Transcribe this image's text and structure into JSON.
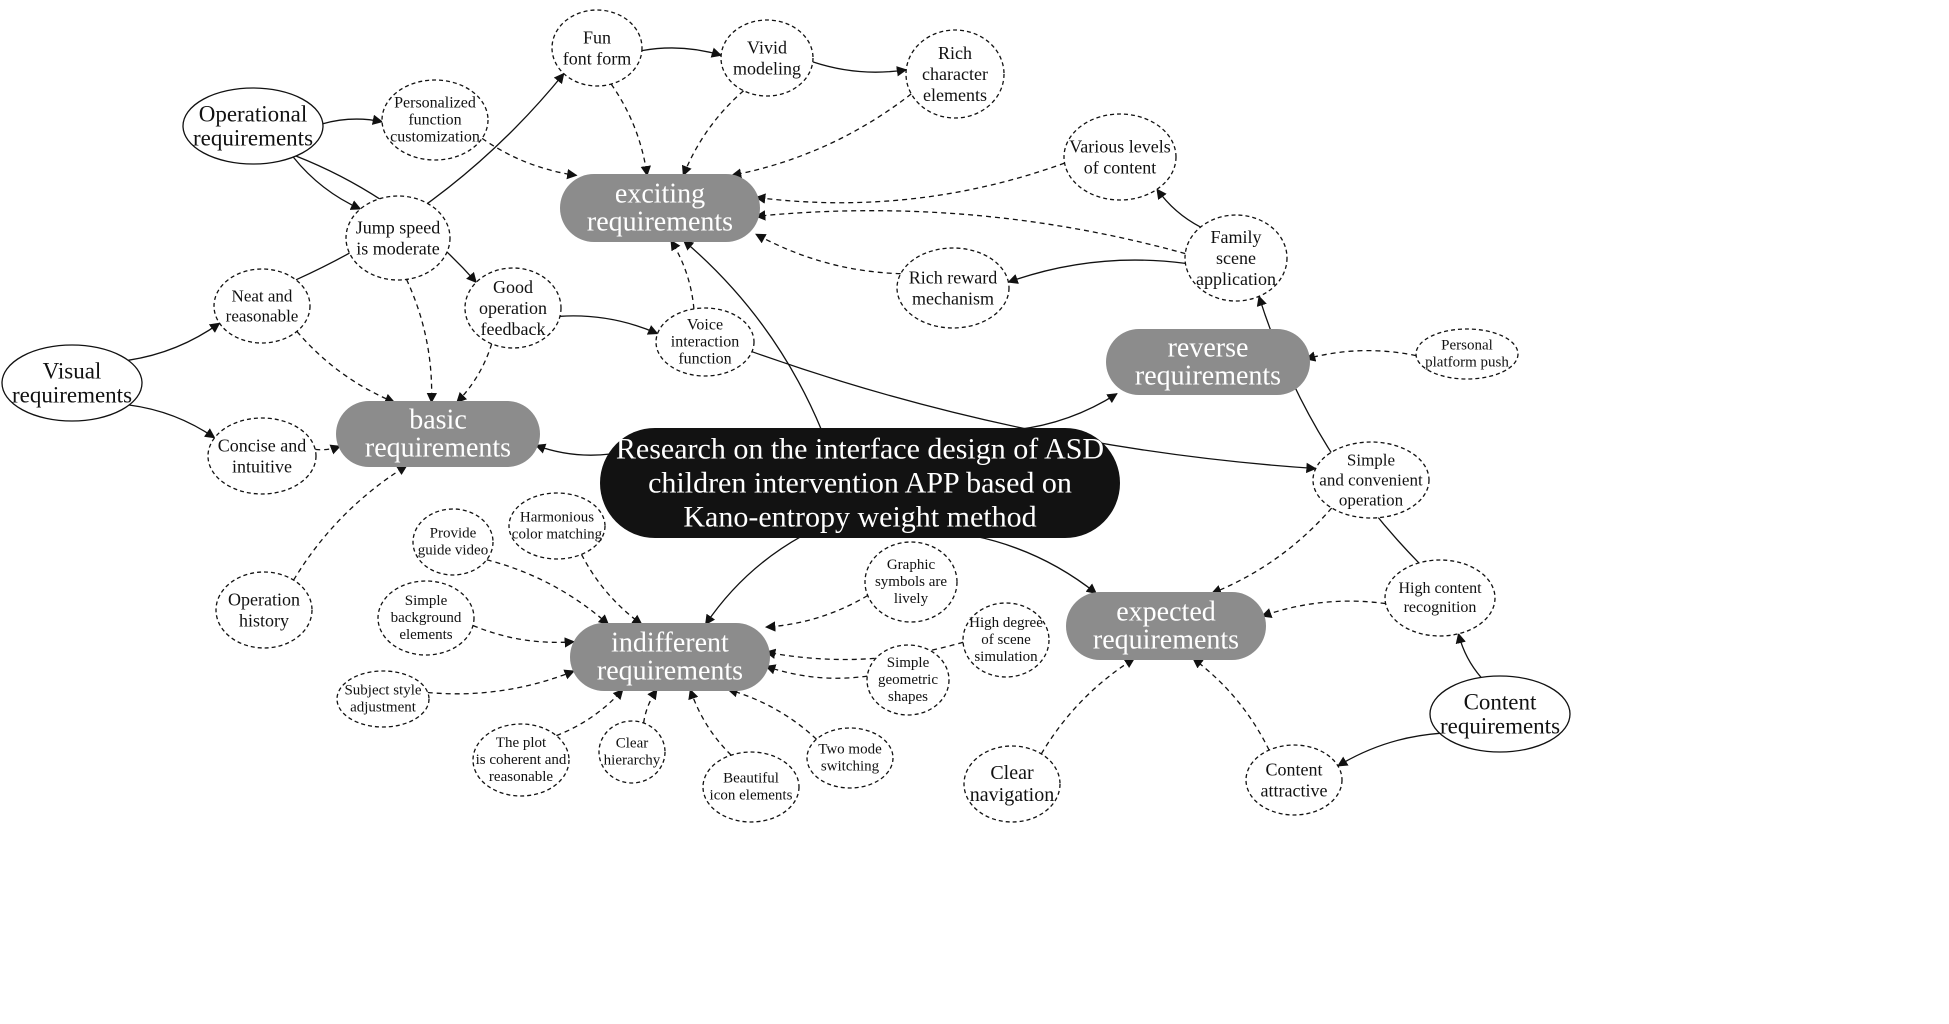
{
  "diagram": {
    "colors": {
      "category_fill": "#8c8c8c",
      "center_fill": "#121212",
      "stroke": "#111111",
      "background": "#ffffff"
    },
    "center": {
      "lines": [
        "Research on the interface design of ASD",
        "children intervention APP based on",
        "Kano-entropy weight method"
      ]
    },
    "categories": [
      {
        "id": "exciting",
        "lines": [
          "exciting",
          "requirements"
        ]
      },
      {
        "id": "basic",
        "lines": [
          "basic",
          "requirements"
        ]
      },
      {
        "id": "reverse",
        "lines": [
          "reverse",
          "requirements"
        ]
      },
      {
        "id": "expected",
        "lines": [
          "expected",
          "requirements"
        ]
      },
      {
        "id": "indifferent",
        "lines": [
          "indifferent",
          "requirements"
        ]
      }
    ],
    "sources": [
      {
        "id": "operational",
        "lines": [
          "Operational",
          "requirements"
        ]
      },
      {
        "id": "visual",
        "lines": [
          "Visual",
          "requirements"
        ]
      },
      {
        "id": "content",
        "lines": [
          "Content",
          "requirements"
        ]
      }
    ],
    "attributes": [
      {
        "id": "fun_font",
        "lines": [
          "Fun",
          "font form"
        ]
      },
      {
        "id": "vivid",
        "lines": [
          "Vivid",
          "modeling"
        ]
      },
      {
        "id": "rich_char",
        "lines": [
          "Rich",
          "character",
          "elements"
        ]
      },
      {
        "id": "personalized",
        "lines": [
          "Personalized",
          "function",
          "customization"
        ]
      },
      {
        "id": "various",
        "lines": [
          "Various levels",
          "of content"
        ]
      },
      {
        "id": "family",
        "lines": [
          "Family",
          "scene",
          "application"
        ]
      },
      {
        "id": "reward",
        "lines": [
          "Rich reward",
          "mechanism"
        ]
      },
      {
        "id": "jump",
        "lines": [
          "Jump speed",
          "is moderate"
        ]
      },
      {
        "id": "neat",
        "lines": [
          "Neat and",
          "reasonable"
        ]
      },
      {
        "id": "good_op",
        "lines": [
          "Good",
          "operation",
          "feedback"
        ]
      },
      {
        "id": "voice",
        "lines": [
          "Voice",
          "interaction",
          "function"
        ]
      },
      {
        "id": "personal_push",
        "lines": [
          "Personal",
          "platform push"
        ]
      },
      {
        "id": "concise",
        "lines": [
          "Concise and",
          "intuitive"
        ]
      },
      {
        "id": "simple_conv",
        "lines": [
          "Simple",
          "and convenient",
          "operation"
        ]
      },
      {
        "id": "op_history",
        "lines": [
          "Operation",
          "history"
        ]
      },
      {
        "id": "guide_video",
        "lines": [
          "Provide",
          "guide video"
        ]
      },
      {
        "id": "harmonious",
        "lines": [
          "Harmonious",
          "color matching"
        ]
      },
      {
        "id": "graphic",
        "lines": [
          "Graphic",
          "symbols are",
          "lively"
        ]
      },
      {
        "id": "simple_bg",
        "lines": [
          "Simple",
          "background",
          "elements"
        ]
      },
      {
        "id": "high_degree",
        "lines": [
          "High degree",
          "of scene",
          "simulation"
        ]
      },
      {
        "id": "high_content",
        "lines": [
          "High content",
          "recognition"
        ]
      },
      {
        "id": "subject_style",
        "lines": [
          "Subject style",
          "adjustment"
        ]
      },
      {
        "id": "simple_geo",
        "lines": [
          "Simple",
          "geometric",
          "shapes"
        ]
      },
      {
        "id": "plot",
        "lines": [
          "The plot",
          "is coherent and",
          "reasonable"
        ]
      },
      {
        "id": "clear_hier",
        "lines": [
          "Clear",
          "hierarchy"
        ]
      },
      {
        "id": "two_mode",
        "lines": [
          "Two mode",
          "switching"
        ]
      },
      {
        "id": "beautiful",
        "lines": [
          "Beautiful",
          "icon elements"
        ]
      },
      {
        "id": "clear_nav",
        "lines": [
          "Clear",
          "navigation"
        ]
      },
      {
        "id": "content_attr",
        "lines": [
          "Content",
          "attractive"
        ]
      }
    ],
    "solid_links": [
      [
        "center",
        "exciting"
      ],
      [
        "center",
        "basic"
      ],
      [
        "center",
        "reverse"
      ],
      [
        "center",
        "expected"
      ],
      [
        "center",
        "indifferent"
      ],
      [
        "operational",
        "personalized"
      ],
      [
        "operational",
        "jump"
      ],
      [
        "operational",
        "good_op"
      ],
      [
        "visual",
        "neat"
      ],
      [
        "visual",
        "concise"
      ],
      [
        "neat",
        "fun_font"
      ],
      [
        "fun_font",
        "vivid"
      ],
      [
        "vivid",
        "rich_char"
      ],
      [
        "good_op",
        "voice"
      ],
      [
        "voice",
        "simple_conv"
      ],
      [
        "family",
        "various"
      ],
      [
        "family",
        "reward"
      ],
      [
        "content",
        "high_content"
      ],
      [
        "content",
        "content_attr"
      ],
      [
        "high_content",
        "family"
      ]
    ],
    "dashed_links": [
      [
        "fun_font",
        "exciting"
      ],
      [
        "vivid",
        "exciting"
      ],
      [
        "rich_char",
        "exciting"
      ],
      [
        "personalized",
        "exciting"
      ],
      [
        "various",
        "exciting"
      ],
      [
        "family",
        "exciting"
      ],
      [
        "reward",
        "exciting"
      ],
      [
        "voice",
        "exciting"
      ],
      [
        "jump",
        "basic"
      ],
      [
        "neat",
        "basic"
      ],
      [
        "good_op",
        "basic"
      ],
      [
        "concise",
        "basic"
      ],
      [
        "op_history",
        "basic"
      ],
      [
        "personal_push",
        "reverse"
      ],
      [
        "simple_conv",
        "expected"
      ],
      [
        "high_content",
        "expected"
      ],
      [
        "clear_nav",
        "expected"
      ],
      [
        "content_attr",
        "expected"
      ],
      [
        "guide_video",
        "indifferent"
      ],
      [
        "harmonious",
        "indifferent"
      ],
      [
        "graphic",
        "indifferent"
      ],
      [
        "simple_bg",
        "indifferent"
      ],
      [
        "high_degree",
        "indifferent"
      ],
      [
        "subject_style",
        "indifferent"
      ],
      [
        "simple_geo",
        "indifferent"
      ],
      [
        "plot",
        "indifferent"
      ],
      [
        "clear_hier",
        "indifferent"
      ],
      [
        "two_mode",
        "indifferent"
      ],
      [
        "beautiful",
        "indifferent"
      ]
    ]
  }
}
